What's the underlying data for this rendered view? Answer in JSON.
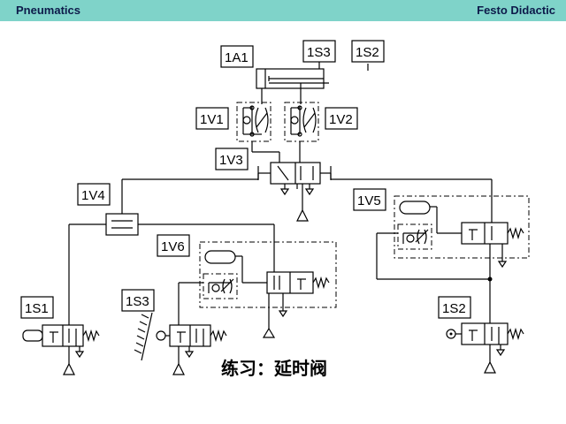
{
  "header": {
    "left": "Pneumatics",
    "right": "Festo Didactic"
  },
  "labels": {
    "a1": "1A1",
    "s3_top": "1S3",
    "s2_top": "1S2",
    "v1": "1V1",
    "v2": "1V2",
    "v3": "1V3",
    "v4": "1V4",
    "v5": "1V5",
    "v6": "1V6",
    "s1": "1S1",
    "s3": "1S3",
    "s2": "1S2"
  },
  "title": "练习：延时阀",
  "colors": {
    "header_bg": "#7fd3c9",
    "header_text": "#0d1a4a"
  }
}
